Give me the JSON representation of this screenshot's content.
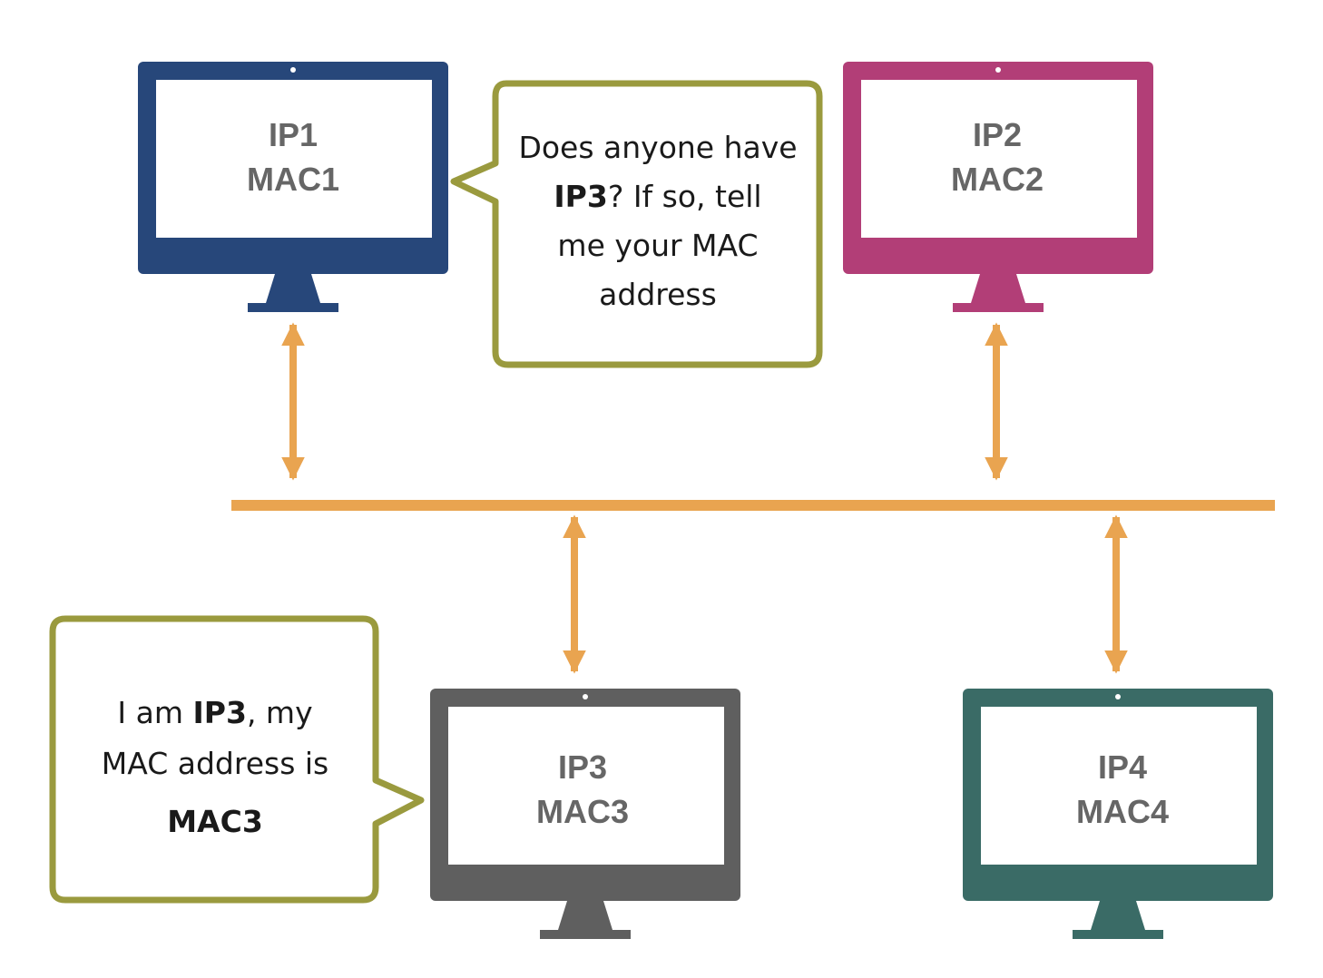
{
  "colors": {
    "bus": "#E9A450",
    "bubble_border": "#9A9A3E",
    "screen_bg": "#FFFFFF",
    "text": "#666666"
  },
  "computers": [
    {
      "id": "pc1",
      "ip": "IP1",
      "mac": "MAC1",
      "color": "#27477A"
    },
    {
      "id": "pc2",
      "ip": "IP2",
      "mac": "MAC2",
      "color": "#B23E77"
    },
    {
      "id": "pc3",
      "ip": "IP3",
      "mac": "MAC3",
      "color": "#5F5F5F"
    },
    {
      "id": "pc4",
      "ip": "IP4",
      "mac": "MAC4",
      "color": "#3A6B66"
    }
  ],
  "request_bubble": {
    "line1": "Does anyone have",
    "line2_bold": "IP3",
    "line2_rest": "? If so, tell",
    "line3": "me your MAC",
    "line4": "address"
  },
  "reply_bubble": {
    "line1_pre": "I am ",
    "line1_bold": "IP3",
    "line1_post": ", my",
    "line2": "MAC address is",
    "line3_bold": "MAC3"
  }
}
